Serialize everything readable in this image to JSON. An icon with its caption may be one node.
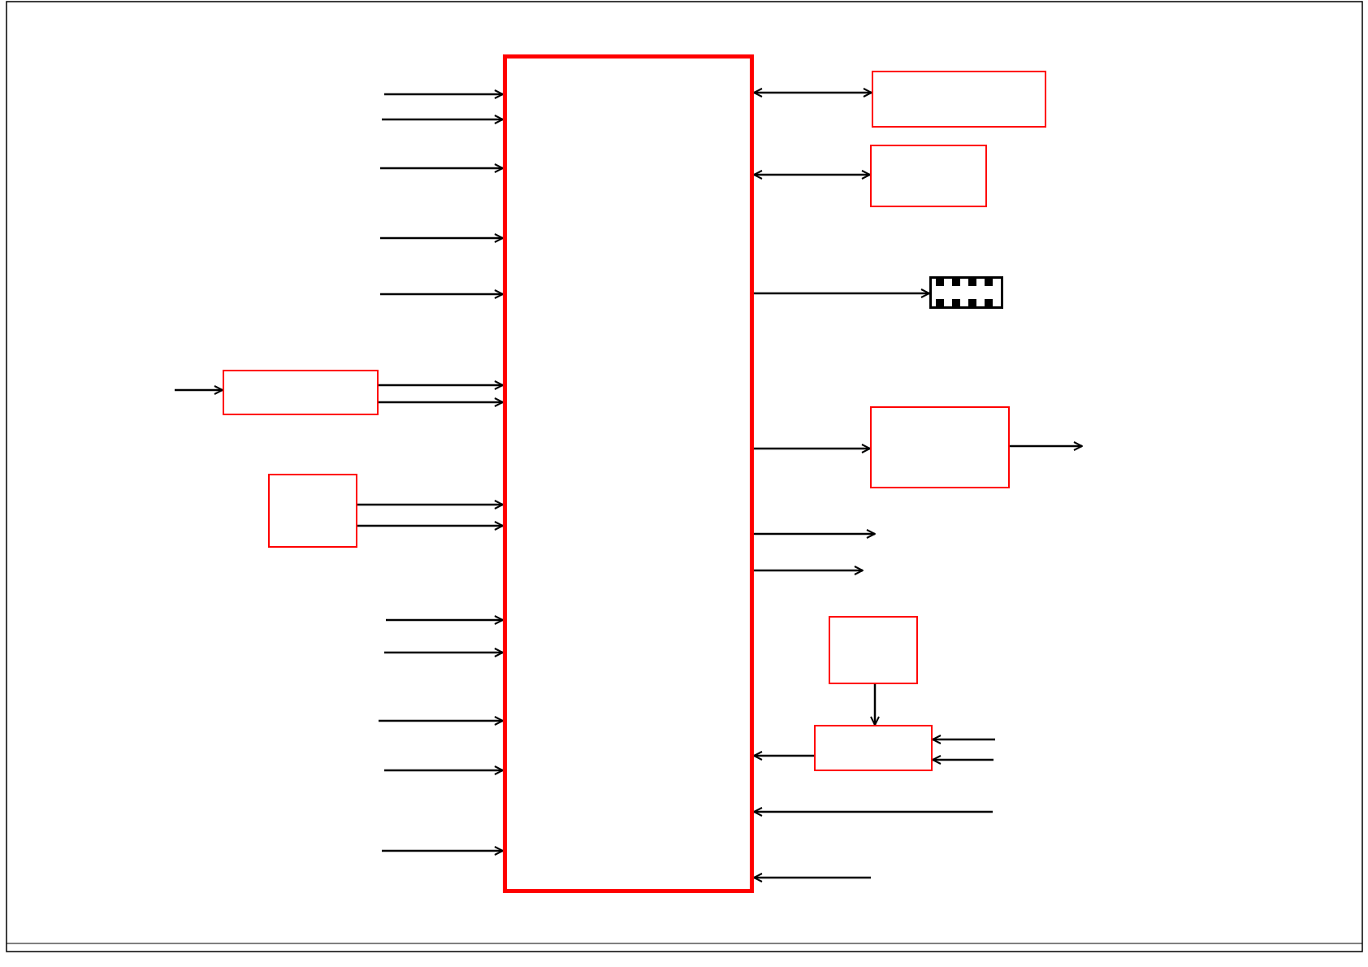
{
  "diagram": {
    "nodes": [
      {
        "text": [],
        "shape": "box"
      },
      {
        "text": [],
        "shape": "box"
      },
      {
        "text": [],
        "shape": "box"
      },
      {
        "text": [],
        "shape": "chip"
      },
      {
        "text": [],
        "shape": "box"
      },
      {
        "text": [],
        "shape": "box"
      },
      {
        "text": [],
        "shape": "box"
      },
      {
        "text": [],
        "shape": "box"
      },
      {
        "text": [],
        "shape": "box"
      }
    ],
    "edges": [
      {
        "from": null,
        "to": 0,
        "arrow": "to"
      },
      {
        "from": null,
        "to": 0,
        "arrow": "to"
      },
      {
        "from": null,
        "to": 0,
        "arrow": "to"
      },
      {
        "from": null,
        "to": 0,
        "arrow": "to"
      },
      {
        "from": null,
        "to": 0,
        "arrow": "to"
      },
      {
        "from": null,
        "to": 5,
        "arrow": "to"
      },
      {
        "from": 5,
        "to": 0,
        "arrow": "to"
      },
      {
        "from": 5,
        "to": 0,
        "arrow": "to"
      },
      {
        "from": 6,
        "to": 0,
        "arrow": "to"
      },
      {
        "from": 6,
        "to": 0,
        "arrow": "to"
      },
      {
        "from": null,
        "to": 0,
        "arrow": "to"
      },
      {
        "from": null,
        "to": 0,
        "arrow": "to"
      },
      {
        "from": null,
        "to": 0,
        "arrow": "to"
      },
      {
        "from": null,
        "to": 0,
        "arrow": "to"
      },
      {
        "from": null,
        "to": 0,
        "arrow": "to"
      },
      {
        "from": 0,
        "to": 1,
        "arrow": "both"
      },
      {
        "from": 0,
        "to": 2,
        "arrow": "both"
      },
      {
        "from": 0,
        "to": 3,
        "arrow": "to"
      },
      {
        "from": 0,
        "to": 4,
        "arrow": "to"
      },
      {
        "from": 4,
        "to": null,
        "arrow": "to"
      },
      {
        "from": 0,
        "to": null,
        "arrow": "to"
      },
      {
        "from": 0,
        "to": null,
        "arrow": "to"
      },
      {
        "from": 7,
        "to": 8,
        "arrow": "to"
      },
      {
        "from": 8,
        "to": 0,
        "arrow": "to"
      },
      {
        "from": null,
        "to": 8,
        "arrow": "to"
      },
      {
        "from": null,
        "to": 8,
        "arrow": "to"
      },
      {
        "from": null,
        "to": 0,
        "arrow": "to"
      },
      {
        "from": null,
        "to": 0,
        "arrow": "to"
      }
    ]
  }
}
